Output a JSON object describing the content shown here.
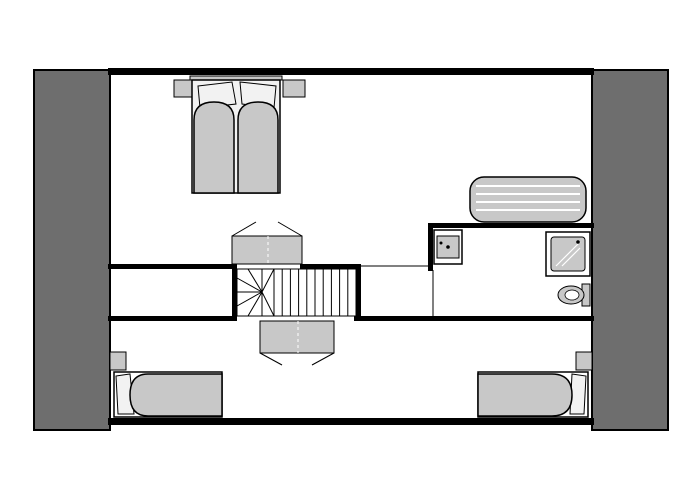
{
  "floorplan": {
    "colors": {
      "wall": "#000000",
      "roof_slope": "#6e6e6e",
      "furniture": "#c8c8c8",
      "floor": "#ffffff",
      "pillow": "#f2f2f2"
    },
    "rooms": [
      "bedroom-top",
      "corridor",
      "bathroom",
      "bedroom-bottom-left",
      "bedroom-bottom-right"
    ],
    "furniture": [
      "double-bed",
      "nightstand-left",
      "nightstand-right",
      "radiator",
      "staircase",
      "sink",
      "shower",
      "toilet",
      "single-bed-left",
      "single-bed-right"
    ],
    "stair_treads": 10
  }
}
